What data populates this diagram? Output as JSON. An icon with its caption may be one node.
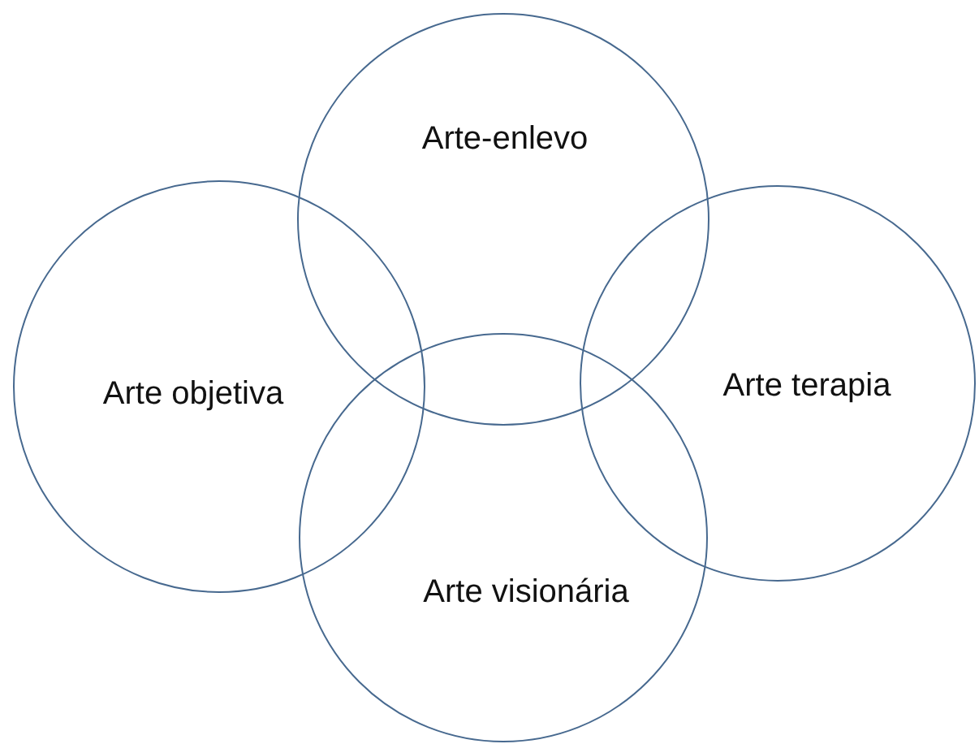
{
  "diagram": {
    "nodes": [
      {
        "text": [
          "Arte-enlevo"
        ]
      },
      {
        "text": [
          "Arte objetiva"
        ]
      },
      {
        "text": [
          "Arte terapia"
        ]
      },
      {
        "text": [
          "Arte visionária"
        ]
      }
    ]
  }
}
